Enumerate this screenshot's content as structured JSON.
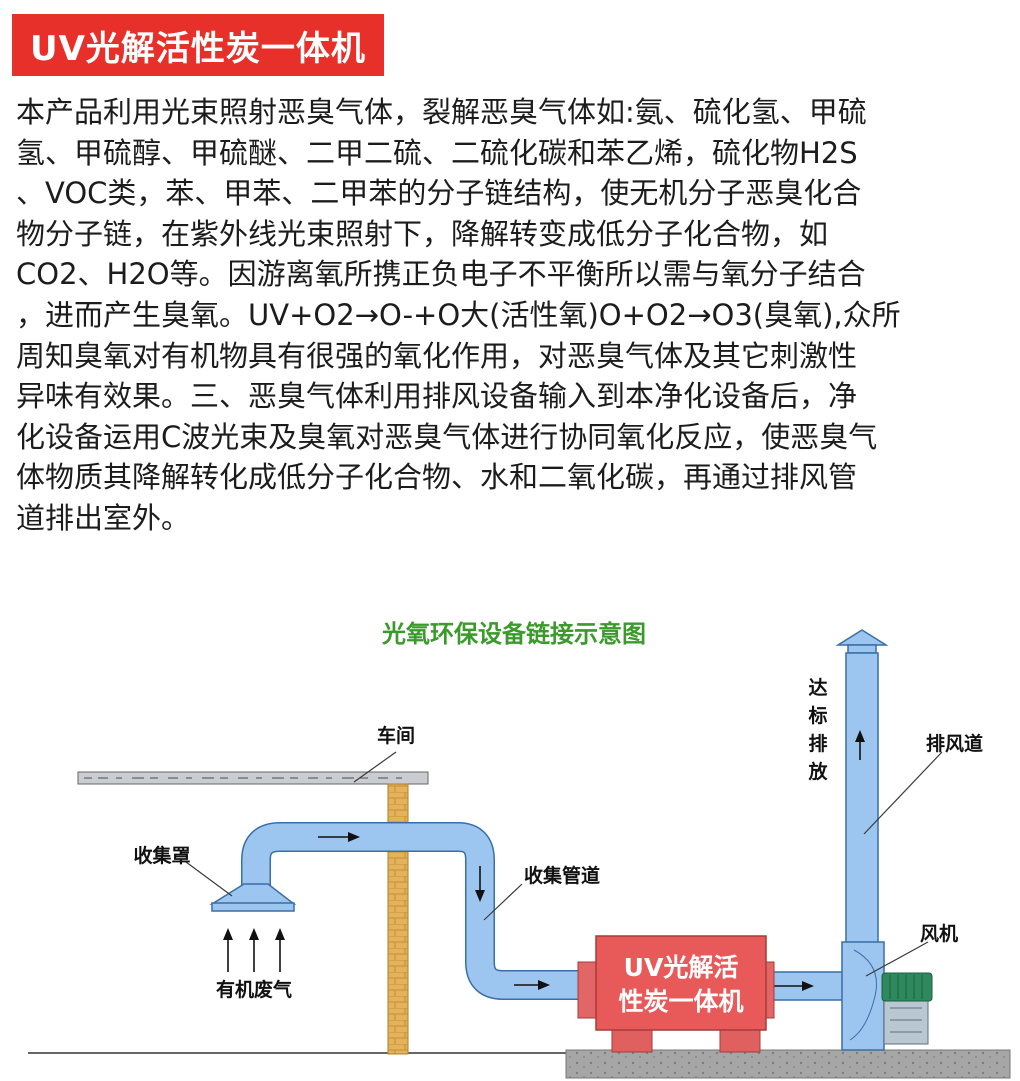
{
  "title": "UV光解活性炭一体机",
  "description_lines": [
    "本产品利用光束照射恶臭气体，裂解恶臭气体如:氨、硫化氢、甲硫",
    "氢、甲硫醇、甲硫醚、二甲二硫、二硫化碳和苯乙烯，硫化物H2S",
    "、VOC类，苯、甲苯、二甲苯的分子链结构，使无机分子恶臭化合",
    "物分子链，在紫外线光束照射下，降解转变成低分子化合物，如",
    "CO2、H2O等。因游离氧所携正负电子不平衡所以需与氧分子结合",
    "，进而产生臭氧。UV+O2→O-+O大(活性氧)O+O2→O3(臭氧),众所",
    "周知臭氧对有机物具有很强的氧化作用，对恶臭气体及其它刺激性",
    "异味有效果。三、恶臭气体利用排风设备输入到本净化设备后，净",
    "化设备运用C波光束及臭氧对恶臭气体进行协同氧化反应，使恶臭气",
    "体物质其降解转化成低分子化合物、水和二氧化碳，再通过排风管",
    "道排出室外。"
  ],
  "diagram": {
    "title": "光氧环保设备链接示意图",
    "labels": {
      "workshop": "车间",
      "hood": "收集罩",
      "gas": "有机废气",
      "duct": "收集管道",
      "machine_line1": "UV光解活",
      "machine_line2": "性炭一体机",
      "fan": "风机",
      "exhaust": "排风道",
      "discharge": [
        "达",
        "标",
        "排",
        "放"
      ]
    }
  },
  "colors": {
    "banner": "#e8302a",
    "diagram_title": "#3a9a2a",
    "pipe": "#9cc6ef",
    "pipe_edge": "#3a6ea8",
    "machine": "#e85a5a",
    "brick": "#e2b35a",
    "motor": "#2e8a5e",
    "ground": "#9a9a9a"
  }
}
